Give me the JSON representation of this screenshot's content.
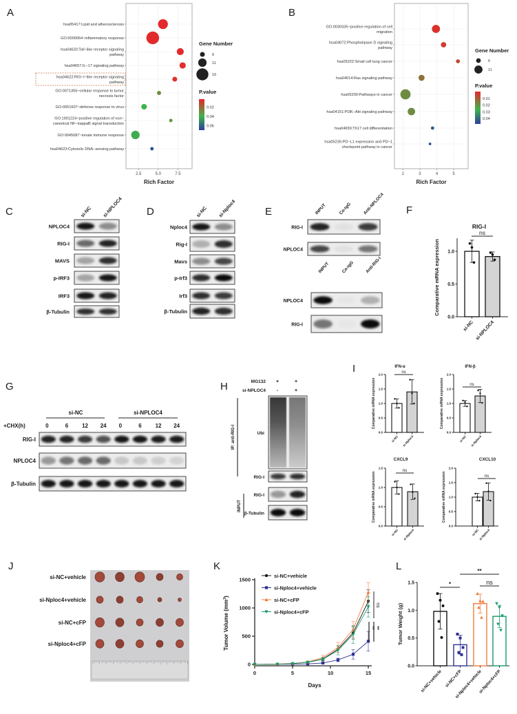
{
  "panel_letters": {
    "A": "A",
    "B": "B",
    "C": "C",
    "D": "D",
    "E": "E",
    "F": "F",
    "G": "G",
    "H": "H",
    "I": "I",
    "J": "J",
    "K": "K",
    "L": "L"
  },
  "chart_data": [
    {
      "id": "A",
      "type": "scatter",
      "subtype": "bubble",
      "xlabel": "Rich Factor",
      "xticks": [
        "2.5",
        "5.0",
        "7.5"
      ],
      "xtick_values": [
        2.5,
        5.0,
        7.5
      ],
      "xlim": [
        0.9,
        9.3
      ],
      "grid": true,
      "legend_placement": "right",
      "size_legend": {
        "title": "Gene Number",
        "values": [
          6,
          11,
          16
        ],
        "labels": [
          "6",
          "11",
          "16"
        ]
      },
      "color_legend": {
        "title": "P.value",
        "labels": [
          "0.02",
          "0.04",
          "0.06"
        ],
        "values": [
          0.02,
          0.04,
          0.06
        ],
        "range": [
          0.003,
          0.07
        ],
        "colors": [
          "#e8262b",
          "#3fb449",
          "#2c3f9c"
        ]
      },
      "highlighted_term": "hsa04622:RIG−I−like receptor signaling pathway",
      "highlight_color": "#c9714a",
      "terms": [
        {
          "lines": [
            "hsa05417:Lipid and atherosclerosis"
          ],
          "rich": 5.6,
          "count": 13,
          "p": 0.004
        },
        {
          "lines": [
            "GO:0006954~inflammatory response"
          ],
          "rich": 4.3,
          "count": 17,
          "p": 0.004
        },
        {
          "lines": [
            "hsa04620:Toll−like receptor signaling",
            "pathway"
          ],
          "rich": 7.8,
          "count": 9,
          "p": 0.004
        },
        {
          "lines": [
            "hsa04657:IL−17 signaling pathway"
          ],
          "rich": 8.1,
          "count": 8,
          "p": 0.005
        },
        {
          "lines": [
            "hsa04622:RIG−I−like receptor signaling",
            "pathway"
          ],
          "rich": 7.1,
          "count": 6,
          "p": 0.006
        },
        {
          "lines": [
            "GO:0071356~cellular response to tumor",
            "necrosis factor"
          ],
          "rich": 5.1,
          "count": 5,
          "p": 0.03
        },
        {
          "lines": [
            "GO:0051607~defense response to virus"
          ],
          "rich": 3.2,
          "count": 7,
          "p": 0.04
        },
        {
          "lines": [
            "GO:1901224~positive regulation of non−",
            "canonical NF−kappaB signal transduction"
          ],
          "rich": 6.6,
          "count": 4,
          "p": 0.033
        },
        {
          "lines": [
            "GO:0045087~innate immune response"
          ],
          "rich": 2.1,
          "count": 11,
          "p": 0.042
        },
        {
          "lines": [
            "hsa04623:Cytosolic DNA−sensing pathway"
          ],
          "rich": 4.2,
          "count": 4,
          "p": 0.066
        }
      ]
    },
    {
      "id": "B",
      "type": "scatter",
      "subtype": "bubble",
      "xlabel": "Rich Factor",
      "xticks": [
        "2",
        "3",
        "4",
        "5"
      ],
      "xtick_values": [
        2,
        3,
        4,
        5
      ],
      "xlim": [
        1.5,
        5.85
      ],
      "grid": true,
      "legend_placement": "right",
      "size_legend": {
        "title": "Gene Number",
        "values": [
          6,
          11
        ],
        "labels": [
          "6",
          "11"
        ]
      },
      "color_legend": {
        "title": "P.value",
        "labels": [
          "0.01",
          "0.02",
          "0.03",
          "0.04"
        ],
        "values": [
          0.01,
          0.02,
          0.03,
          0.04
        ],
        "range": [
          0.0,
          0.048
        ],
        "colors": [
          "#e8262b",
          "#3fb449",
          "#2c3f9c"
        ]
      },
      "terms": [
        {
          "lines": [
            "GO:0030335~positive regulation of cell",
            "migration"
          ],
          "rich": 3.95,
          "count": 11,
          "p": 0.002
        },
        {
          "lines": [
            "hsa04072:Phospholipase D signaling",
            "pathway"
          ],
          "rich": 4.4,
          "count": 7,
          "p": 0.004
        },
        {
          "lines": [
            "hsa05222:Small cell lung cancer"
          ],
          "rich": 5.25,
          "count": 5,
          "p": 0.006
        },
        {
          "lines": [
            "hsa04014:Ras signaling pathway"
          ],
          "rich": 3.1,
          "count": 8,
          "p": 0.014
        },
        {
          "lines": [
            "hsa05200:Pathways in cancer"
          ],
          "rich": 2.15,
          "count": 14,
          "p": 0.019
        },
        {
          "lines": [
            "hsa04151:PI3K−Akt signaling pathway"
          ],
          "rich": 2.5,
          "count": 10,
          "p": 0.019
        },
        {
          "lines": [
            "hsa04659:Th17 cell differentiation"
          ],
          "rich": 3.75,
          "count": 4,
          "p": 0.043
        },
        {
          "lines": [
            "hsa05235:PD−L1 expression and PD−1",
            "checkpoint pathway in cancer"
          ],
          "rich": 3.6,
          "count": 3,
          "p": 0.045
        }
      ]
    },
    {
      "id": "F",
      "type": "bar",
      "title": "RIG-I",
      "ylabel": "Comparative mRNA expression",
      "categories": [
        "si-NC",
        "si-NPLOC4"
      ],
      "values": [
        1.0,
        0.92
      ],
      "sd": [
        0.17,
        0.07
      ],
      "points": [
        [
          1.12,
          1.06,
          0.83
        ],
        [
          0.98,
          0.95,
          0.87
        ]
      ],
      "ylim": [
        0,
        1.2
      ],
      "yticks": [
        "0.0",
        "0.5",
        "1.0"
      ],
      "ytick_values": [
        0,
        0.5,
        1.0
      ],
      "bar_fills": [
        "#ffffff",
        "#d4d4d4"
      ],
      "significance": "ns"
    },
    {
      "id": "I1",
      "type": "bar",
      "title": "IFN-α",
      "ylabel": "Comparative mRNA expression",
      "categories": [
        "si-NC",
        "si-Nploc4"
      ],
      "values": [
        1.0,
        1.4
      ],
      "sd": [
        0.16,
        0.42
      ],
      "points": [
        [
          1.16,
          1.0,
          0.85
        ],
        [
          1.82,
          1.35,
          1.0
        ]
      ],
      "ylim": [
        0,
        2.0
      ],
      "yticks": [
        "0.0",
        "0.5",
        "1.0",
        "1.5",
        "2.0"
      ],
      "ytick_values": [
        0,
        0.5,
        1,
        1.5,
        2
      ],
      "bar_fills": [
        "#ffffff",
        "#d4d4d4"
      ],
      "significance": "ns"
    },
    {
      "id": "I2",
      "type": "bar",
      "title": "IFN-β",
      "ylabel": "Comparative mRNA expression",
      "categories": [
        "si-NC",
        "si-Nploc4"
      ],
      "values": [
        1.0,
        1.26
      ],
      "sd": [
        0.1,
        0.23
      ],
      "points": [
        [
          1.1,
          1.05,
          0.9
        ],
        [
          1.45,
          1.35,
          1.02
        ]
      ],
      "ylim": [
        0,
        2.0
      ],
      "yticks": [
        "0.0",
        "0.5",
        "1.0",
        "1.5",
        "2.0"
      ],
      "ytick_values": [
        0,
        0.5,
        1,
        1.5,
        2
      ],
      "bar_fills": [
        "#ffffff",
        "#d4d4d4"
      ],
      "significance": "ns"
    },
    {
      "id": "I3",
      "type": "bar",
      "title": "CXCL9",
      "ylabel": "Comparative mRNA expression",
      "categories": [
        "si-NC",
        "si-Nploc4"
      ],
      "values": [
        1.0,
        0.89
      ],
      "sd": [
        0.17,
        0.2
      ],
      "points": [
        [
          1.15,
          1.0,
          0.83
        ],
        [
          1.08,
          0.88,
          0.72
        ]
      ],
      "ylim": [
        0,
        1.5
      ],
      "yticks": [
        "0.0",
        "0.5",
        "1.0",
        "1.5"
      ],
      "ytick_values": [
        0,
        0.5,
        1,
        1.5
      ],
      "bar_fills": [
        "#ffffff",
        "#d4d4d4"
      ],
      "significance": "ns"
    },
    {
      "id": "I4",
      "type": "bar",
      "title": "CXCL10",
      "ylabel": "Comparative mRNA expression",
      "categories": [
        "si-NC",
        "si-Nploc4"
      ],
      "values": [
        1.0,
        1.19
      ],
      "sd": [
        0.13,
        0.3
      ],
      "points": [
        [
          1.12,
          1.0,
          0.88
        ],
        [
          1.48,
          1.2,
          0.88
        ]
      ],
      "ylim": [
        0,
        2.0
      ],
      "yticks": [
        "0.0",
        "0.5",
        "1.0",
        "1.5",
        "2.0"
      ],
      "ytick_values": [
        0,
        0.5,
        1,
        1.5,
        2
      ],
      "bar_fills": [
        "#ffffff",
        "#d4d4d4"
      ],
      "significance": "ns"
    },
    {
      "id": "K",
      "type": "line",
      "xlabel": "Days",
      "ylabel": "Tumor Volume (mm",
      "ylabel_sup": "3",
      "ylabel_end": ")",
      "x": [
        0,
        3,
        5,
        7,
        9,
        11,
        13,
        15
      ],
      "xlim": [
        0,
        15.5
      ],
      "ylim": [
        0,
        1500
      ],
      "xticks": [
        "0",
        "5",
        "10",
        "15"
      ],
      "xtick_values": [
        0,
        5,
        10,
        15
      ],
      "yticks": [
        "0",
        "500",
        "1000",
        "1500"
      ],
      "ytick_values": [
        0,
        500,
        1000,
        1500
      ],
      "legend_placement": "top-left",
      "series": [
        {
          "name": "si-NC+vehicle",
          "color": "#111111",
          "marker": "circle",
          "values": [
            0,
            5,
            15,
            40,
            95,
            270,
            560,
            1120
          ],
          "err": [
            0,
            3,
            5,
            10,
            25,
            60,
            110,
            200
          ]
        },
        {
          "name": "si-Nploc4+vehicle",
          "color": "#2e3192",
          "marker": "square",
          "values": [
            0,
            2,
            5,
            10,
            25,
            80,
            180,
            410
          ],
          "err": [
            0,
            2,
            3,
            6,
            12,
            30,
            85,
            175
          ]
        },
        {
          "name": "si-NC+cFP",
          "color": "#f07c3c",
          "marker": "triangle-up",
          "values": [
            0,
            6,
            18,
            45,
            120,
            300,
            620,
            1280
          ],
          "err": [
            0,
            3,
            6,
            12,
            40,
            90,
            140,
            170
          ]
        },
        {
          "name": "si-Nploc4+cFP",
          "color": "#1a9a6a",
          "marker": "triangle-down",
          "values": [
            0,
            4,
            14,
            38,
            90,
            250,
            530,
            1020
          ],
          "err": [
            0,
            3,
            5,
            10,
            30,
            80,
            160,
            180
          ]
        }
      ],
      "significance": [
        {
          "label": "ns"
        },
        {
          "label": "**"
        },
        {
          "label": "**"
        }
      ]
    },
    {
      "id": "L",
      "type": "bar",
      "ylabel": "Tumor Weight (g)",
      "categories": [
        "si-NC+vehicle",
        "si-NC+cFP",
        "si-Nploc4+vehicle",
        "si-Nploc4+cFP"
      ],
      "values": [
        0.98,
        0.38,
        1.12,
        0.89
      ],
      "sd": [
        0.32,
        0.17,
        0.17,
        0.2
      ],
      "points": [
        [
          1.3,
          1.18,
          1.08,
          0.8,
          0.51
        ],
        [
          0.57,
          0.5,
          0.33,
          0.24,
          0.2
        ],
        [
          1.3,
          1.17,
          1.16,
          1.05,
          0.87
        ],
        [
          1.12,
          1.05,
          0.9,
          0.75,
          0.64
        ]
      ],
      "colors": [
        "#111111",
        "#2e3192",
        "#f07c3c",
        "#1a9a6a"
      ],
      "ylim": [
        0,
        1.5
      ],
      "yticks": [
        "0.0",
        "0.5",
        "1.0",
        "1.5"
      ],
      "ytick_values": [
        0,
        0.5,
        1,
        1.5
      ],
      "significance": [
        {
          "label": "*"
        },
        {
          "label": "**"
        },
        {
          "label": "ns"
        }
      ]
    }
  ],
  "blots": {
    "C": {
      "lanes": [
        "si-NC",
        "si-NPLOC4"
      ],
      "rows": [
        {
          "label": "NPLOC4",
          "bands": [
            0.9,
            0.4
          ]
        },
        {
          "label": "RIG-I",
          "bands": [
            0.55,
            0.85
          ]
        },
        {
          "label": "MAVS",
          "bands": [
            0.3,
            0.8
          ]
        },
        {
          "label": "p-IRF3",
          "bands": [
            0.3,
            0.9
          ]
        },
        {
          "label": "IRF3",
          "bands": [
            0.9,
            0.85
          ]
        },
        {
          "label": "β-Tubulin",
          "bands": [
            0.8,
            0.8
          ]
        }
      ]
    },
    "D": {
      "lanes": [
        "si-NC",
        "si-Nploc4"
      ],
      "rows": [
        {
          "label": "Nploc4",
          "bands": [
            0.9,
            0.4
          ]
        },
        {
          "label": "Rig-I",
          "bands": [
            0.25,
            0.8
          ]
        },
        {
          "label": "Mavs",
          "bands": [
            0.4,
            0.7
          ]
        },
        {
          "label": "p-Irf3",
          "bands": [
            0.8,
            0.95
          ]
        },
        {
          "label": "Irf3",
          "bands": [
            0.8,
            0.75
          ]
        },
        {
          "label": "β-Tubulin",
          "bands": [
            0.85,
            0.8
          ]
        }
      ]
    },
    "E1": {
      "lanes": [
        "INPUT",
        "Co-IgG",
        "Anti-NPLOC4"
      ],
      "rows": [
        {
          "label": "RIG-I",
          "bands": [
            0.85,
            0.04,
            0.75
          ]
        },
        {
          "label": "NPLOC4",
          "bands": [
            0.7,
            0.04,
            0.5
          ]
        }
      ]
    },
    "E2": {
      "lanes": [
        "INPUT",
        "Co-IgG",
        "Anti-RIG-I"
      ],
      "rows": [
        {
          "label": "NPLOC4",
          "bands": [
            0.95,
            0.02,
            0.25
          ]
        },
        {
          "label": "RIG-I",
          "bands": [
            0.5,
            0.02,
            0.95
          ]
        }
      ]
    },
    "G": {
      "group_labels": [
        "si-NC",
        "si-NPLOC4"
      ],
      "time_label": "+CHX(h)",
      "lanes": [
        "0",
        "6",
        "12",
        "24",
        "0",
        "6",
        "12",
        "24"
      ],
      "rows": [
        {
          "label": "RIG-I",
          "bands": [
            0.85,
            0.85,
            0.75,
            0.65,
            0.9,
            0.9,
            0.88,
            0.88
          ]
        },
        {
          "label": "NPLOC4",
          "bands": [
            0.35,
            0.5,
            0.55,
            0.55,
            0.15,
            0.15,
            0.12,
            0.1
          ]
        },
        {
          "label": "β-Tubulin",
          "bands": [
            0.9,
            0.9,
            0.9,
            0.9,
            0.9,
            0.9,
            0.9,
            0.9
          ]
        }
      ]
    },
    "H": {
      "conditions": [
        {
          "label": "MG132",
          "values": [
            "+",
            "+"
          ]
        },
        {
          "label": "si-NPLOC4",
          "values": [
            "-",
            "+"
          ]
        }
      ],
      "ip_label": "IP: anti-RIG-I",
      "input_label": "INPUT",
      "rows": [
        {
          "label": "Ubi",
          "bands": [
            0.85,
            0.55
          ]
        },
        {
          "label": "RIG-I",
          "bands": [
            0.75,
            0.8
          ]
        },
        {
          "label": "RIG-I",
          "bands": [
            0.35,
            0.85
          ]
        },
        {
          "label": "β-Tubulin",
          "bands": [
            0.95,
            0.95
          ]
        }
      ]
    }
  },
  "tumor_photo": {
    "row_labels": [
      "si-NC+vehicle",
      "si-Nploc4+vehicle",
      "si-NC+cFP",
      "si-Nploc4+cFP"
    ]
  }
}
